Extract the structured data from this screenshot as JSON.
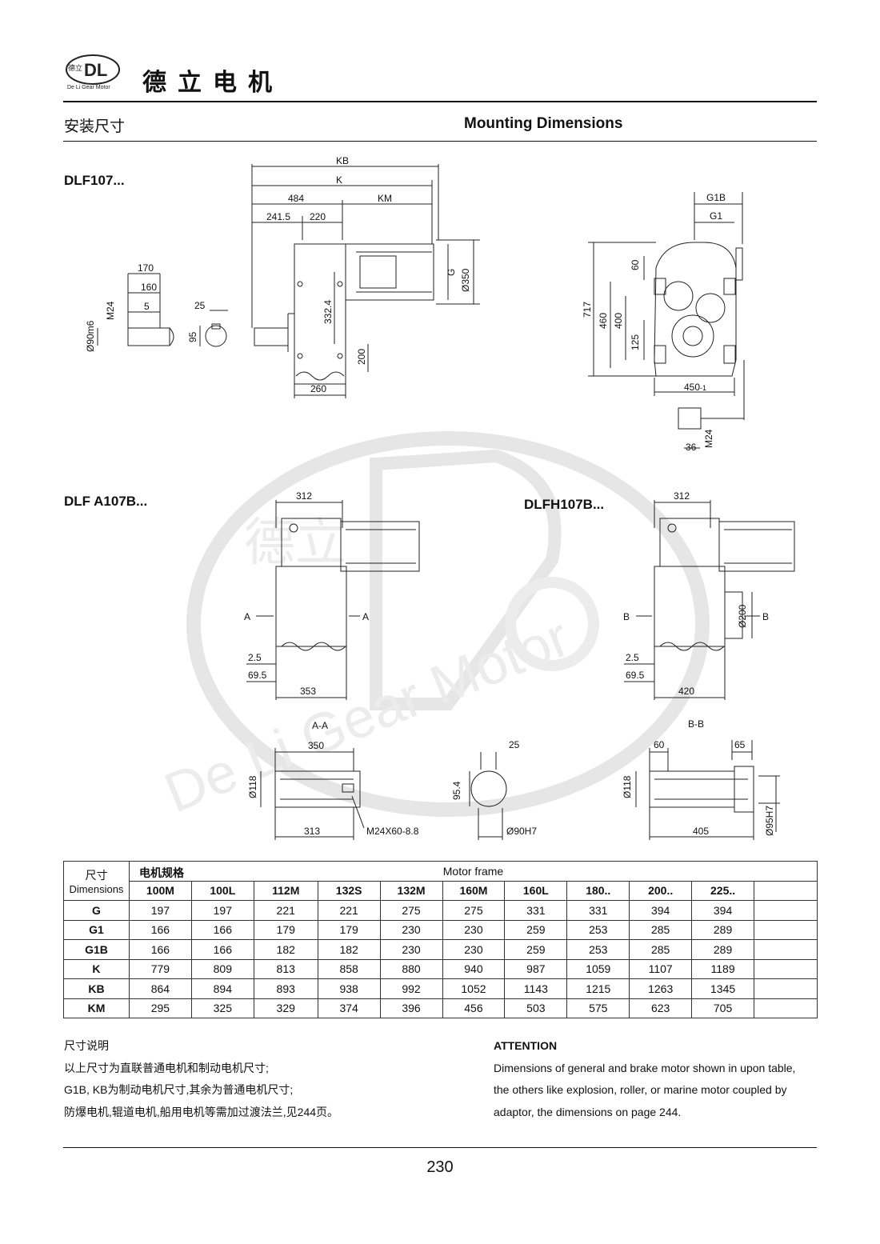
{
  "header": {
    "brand_name": "德立电机",
    "logo_text": "De Li Gear Motor",
    "logo_letter": "DL",
    "logo_cn": "德立"
  },
  "section": {
    "title_cn": "安装尺寸",
    "title_en": "Mounting Dimensions"
  },
  "watermark": {
    "text": "De Li Gear Motor",
    "cn": "德立"
  },
  "drawings": {
    "dlf": {
      "model": "DLF107...",
      "KB": "KB",
      "K": "K",
      "d484": "484",
      "KM": "KM",
      "d241": "241.5",
      "d220": "220",
      "G": "G",
      "d350": "Ø350",
      "d3324": "332.4",
      "d200": "200",
      "d260": "260",
      "shaft": {
        "d170": "170",
        "d160": "160",
        "M24": "M24",
        "d5": "5",
        "d90": "Ø90m6",
        "d25": "25",
        "d95": "95"
      },
      "side": {
        "G1B": "G1B",
        "G1": "G1",
        "d60": "60",
        "d717": "717",
        "d460": "460",
        "d400": "400",
        "d125": "125",
        "d450": "450",
        "d450sub": "-1",
        "d36": "36",
        "M24": "M24"
      }
    },
    "dlfa": {
      "model": "DLF A107B...",
      "d312": "312",
      "A": "A",
      "d25": "2.5",
      "d695": "69.5",
      "d353": "353"
    },
    "dlfh": {
      "model": "DLFH107B...",
      "d312": "312",
      "B": "B",
      "d200": "Ø200",
      "d25": "2.5",
      "d695": "69.5",
      "d420": "420"
    },
    "sectionAA": {
      "label": "A-A",
      "d350": "350",
      "d118": "Ø118",
      "d313": "313",
      "thread": "M24X60-8.8",
      "d25": "25",
      "d954": "95.4",
      "d90": "Ø90H7"
    },
    "sectionBB": {
      "label": "B-B",
      "d60": "60",
      "d65": "65",
      "d118": "Ø118",
      "d405": "405",
      "d95": "Ø95H7"
    }
  },
  "table": {
    "dims_cn": "尺寸",
    "dims_en": "Dimensions",
    "motor_cn": "电机规格",
    "motor_en": "Motor frame",
    "columns": [
      "100M",
      "100L",
      "112M",
      "132S",
      "132M",
      "160M",
      "160L",
      "180..",
      "200..",
      "225.."
    ],
    "rows": [
      {
        "label": "G",
        "values": [
          "197",
          "197",
          "221",
          "221",
          "275",
          "275",
          "331",
          "331",
          "394",
          "394"
        ]
      },
      {
        "label": "G1",
        "values": [
          "166",
          "166",
          "179",
          "179",
          "230",
          "230",
          "259",
          "253",
          "285",
          "289"
        ]
      },
      {
        "label": "G1B",
        "values": [
          "166",
          "166",
          "182",
          "182",
          "230",
          "230",
          "259",
          "253",
          "285",
          "289"
        ]
      },
      {
        "label": "K",
        "values": [
          "779",
          "809",
          "813",
          "858",
          "880",
          "940",
          "987",
          "1059",
          "1107",
          "1189"
        ]
      },
      {
        "label": "KB",
        "values": [
          "864",
          "894",
          "893",
          "938",
          "992",
          "1052",
          "1143",
          "1215",
          "1263",
          "1345"
        ]
      },
      {
        "label": "KM",
        "values": [
          "295",
          "325",
          "329",
          "374",
          "396",
          "456",
          "503",
          "575",
          "623",
          "705"
        ]
      }
    ]
  },
  "notes": {
    "cn_title": "尺寸说明",
    "cn_lines": [
      "以上尺寸为直联普通电机和制动电机尺寸;",
      "G1B, KB为制动电机尺寸,其余为普通电机尺寸;",
      "防爆电机,辊道电机,船用电机等需加过渡法兰,见244页。"
    ],
    "en_title": "ATTENTION",
    "en_lines": [
      "Dimensions of general and brake motor shown in upon table,",
      "the others like explosion, roller, or marine motor coupled by",
      "adaptor, the dimensions on page 244."
    ]
  },
  "footer": {
    "page_number": "230"
  }
}
